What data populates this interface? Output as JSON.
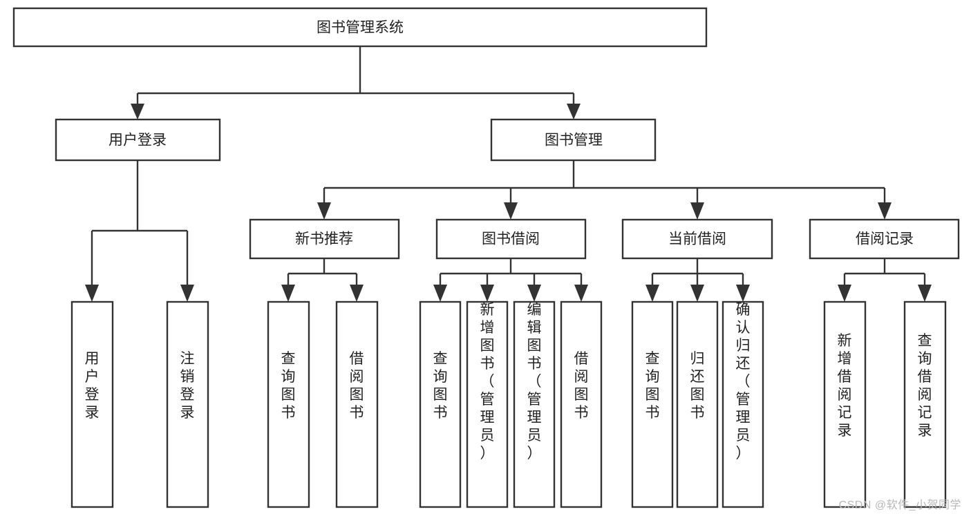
{
  "diagram": {
    "title": "图书管理系统",
    "type": "tree-hierarchy-diagram",
    "colors": {
      "box_fill": "#ffffff",
      "box_stroke": "#333333",
      "text": "#222222",
      "background": "#ffffff",
      "watermark": "#b8b8b8"
    },
    "root": {
      "label": "图书管理系统",
      "level": 1
    },
    "level2": [
      {
        "label": "用户登录"
      },
      {
        "label": "图书管理"
      }
    ],
    "level3": [
      {
        "label": "新书推荐"
      },
      {
        "label": "图书借阅"
      },
      {
        "label": "当前借阅"
      },
      {
        "label": "借阅记录"
      }
    ],
    "leaves": {
      "user_login": [
        {
          "label": "用户登录"
        },
        {
          "label": "注销登录"
        }
      ],
      "new_book_recommend": [
        {
          "label": "查询图书"
        },
        {
          "label": "借阅图书"
        }
      ],
      "book_borrow": [
        {
          "label": "查询图书"
        },
        {
          "label": "新增图书（管理员）"
        },
        {
          "label": "编辑图书（管理员）"
        },
        {
          "label": "借阅图书"
        }
      ],
      "current_borrow": [
        {
          "label": "查询图书"
        },
        {
          "label": "归还图书"
        },
        {
          "label": "确认归还（管理员）"
        }
      ],
      "borrow_record": [
        {
          "label": "新增借阅记录"
        },
        {
          "label": "查询借阅记录"
        }
      ]
    }
  },
  "watermark": {
    "text": "CSDN @软件_小贺同学"
  }
}
